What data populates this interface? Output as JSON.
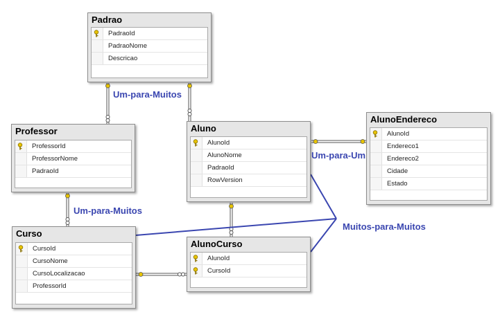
{
  "tables": {
    "padrao": {
      "name": "Padrao",
      "columns": [
        {
          "name": "PadraoId",
          "key": true
        },
        {
          "name": "PadraoNome",
          "key": false
        },
        {
          "name": "Descricao",
          "key": false
        }
      ]
    },
    "professor": {
      "name": "Professor",
      "columns": [
        {
          "name": "ProfessorId",
          "key": true
        },
        {
          "name": "ProfessorNome",
          "key": false
        },
        {
          "name": "PadraoId",
          "key": false
        }
      ]
    },
    "aluno": {
      "name": "Aluno",
      "columns": [
        {
          "name": "AlunoId",
          "key": true
        },
        {
          "name": "AlunoNome",
          "key": false
        },
        {
          "name": "PadraoId",
          "key": false
        },
        {
          "name": "RowVersion",
          "key": false
        }
      ]
    },
    "alunoendereco": {
      "name": "AlunoEndereco",
      "columns": [
        {
          "name": "AlunoId",
          "key": true
        },
        {
          "name": "Endereco1",
          "key": false
        },
        {
          "name": "Endereco2",
          "key": false
        },
        {
          "name": "Cidade",
          "key": false
        },
        {
          "name": "Estado",
          "key": false
        }
      ]
    },
    "curso": {
      "name": "Curso",
      "columns": [
        {
          "name": "CursoId",
          "key": true
        },
        {
          "name": "CursoNome",
          "key": false
        },
        {
          "name": "CursoLocalizacao",
          "key": false
        },
        {
          "name": "ProfessorId",
          "key": false
        }
      ]
    },
    "alunocurso": {
      "name": "AlunoCurso",
      "columns": [
        {
          "name": "AlunoId",
          "key": true
        },
        {
          "name": "CursoId",
          "key": true
        }
      ]
    }
  },
  "labels": {
    "padrao_um_para_muitos": "Um-para-Muitos",
    "professor_um_para_muitos": "Um-para-Muitos",
    "um_para_um": "Um-para-Um",
    "muitos_para_muitos": "Muitos-para-Muitos"
  },
  "colors": {
    "annotation": "#3a46b0",
    "key": "#d8b400",
    "connector": "#606060"
  }
}
